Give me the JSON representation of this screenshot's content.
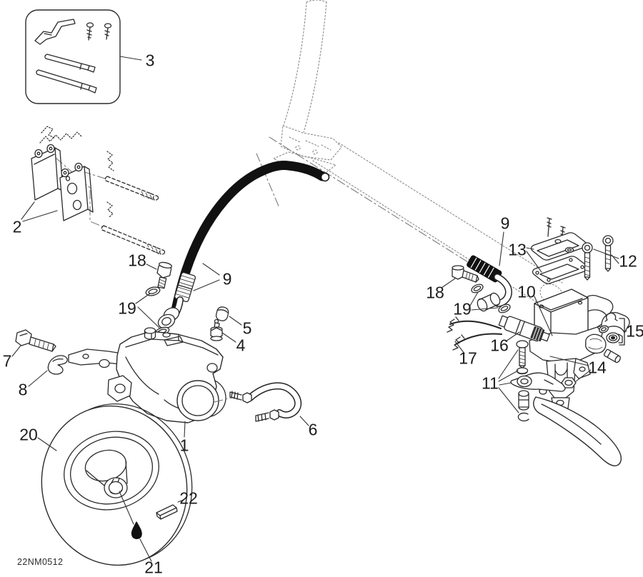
{
  "diagram": {
    "code": "22NM0512",
    "callouts": [
      {
        "label": "3"
      },
      {
        "label": "2"
      },
      {
        "label": "18"
      },
      {
        "label": "9"
      },
      {
        "label": "19"
      },
      {
        "label": "5"
      },
      {
        "label": "4"
      },
      {
        "label": "7"
      },
      {
        "label": "8"
      },
      {
        "label": "20"
      },
      {
        "label": "1"
      },
      {
        "label": "6"
      },
      {
        "label": "22"
      },
      {
        "label": "21"
      },
      {
        "label": "9"
      },
      {
        "label": "13"
      },
      {
        "label": "12"
      },
      {
        "label": "18"
      },
      {
        "label": "10"
      },
      {
        "label": "19"
      },
      {
        "label": "15"
      },
      {
        "label": "16"
      },
      {
        "label": "17"
      },
      {
        "label": "14"
      },
      {
        "label": "11"
      }
    ]
  }
}
